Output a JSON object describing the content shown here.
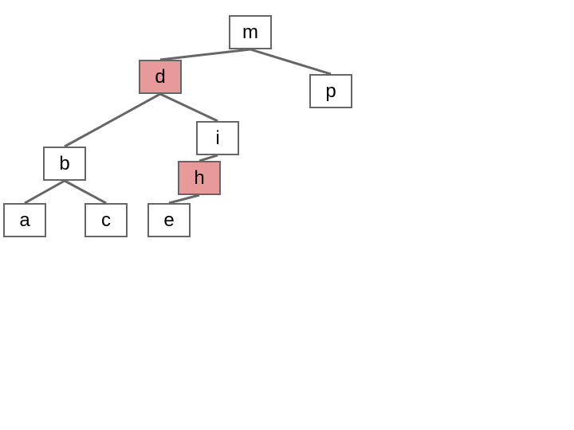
{
  "colors": {
    "highlight": "#e89a9a",
    "normal": "#ffffff",
    "edge": "#666666"
  },
  "tree": {
    "nodes": [
      {
        "id": "m",
        "label": "m",
        "highlighted": false
      },
      {
        "id": "d",
        "label": "d",
        "highlighted": true,
        "parent": "m"
      },
      {
        "id": "p",
        "label": "p",
        "highlighted": false,
        "parent": "m"
      },
      {
        "id": "i",
        "label": "i",
        "highlighted": false,
        "parent": "d"
      },
      {
        "id": "b",
        "label": "b",
        "highlighted": false,
        "parent": "d"
      },
      {
        "id": "h",
        "label": "h",
        "highlighted": true,
        "parent": "i"
      },
      {
        "id": "a",
        "label": "a",
        "highlighted": false,
        "parent": "b"
      },
      {
        "id": "c",
        "label": "c",
        "highlighted": false,
        "parent": "b"
      },
      {
        "id": "e",
        "label": "e",
        "highlighted": false,
        "parent": "h"
      }
    ]
  }
}
